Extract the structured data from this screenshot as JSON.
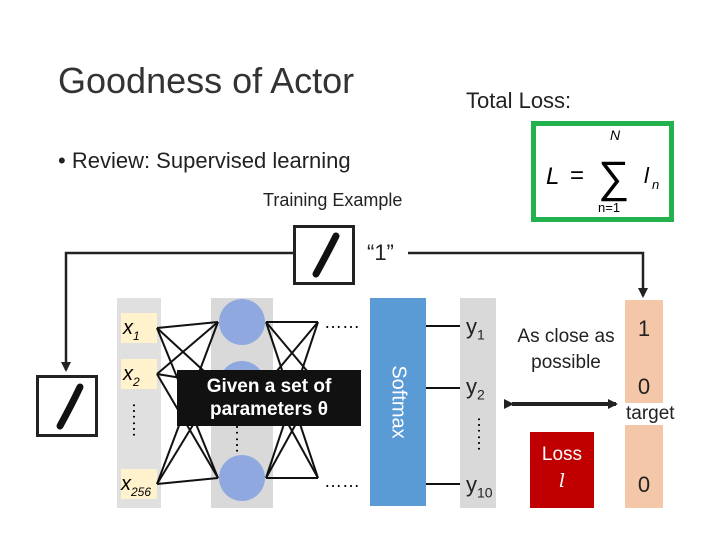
{
  "title": "Goodness of Actor",
  "total_loss_label": "Total Loss:",
  "formula": {
    "lhs": "L",
    "eq": "=",
    "sum_symbol": "∑",
    "upper_limit": "N",
    "lower_limit": "n=1",
    "term": "l",
    "term_sub": "n"
  },
  "bullet": "Review: Supervised learning",
  "training_example_label": "Training Example",
  "example_label": "“1”",
  "inputs": [
    {
      "var": "x",
      "sub": "1"
    },
    {
      "var": "x",
      "sub": "2"
    },
    {
      "var": "x",
      "sub": "256"
    }
  ],
  "dots": "……",
  "network_caption": "Given a set of\nparameters θ",
  "softmax_label": "Softmax",
  "outputs": [
    {
      "var": "y",
      "sub": "1"
    },
    {
      "var": "y",
      "sub": "2"
    },
    {
      "var": "y",
      "sub": "10"
    }
  ],
  "close_label": "As close as\npossible",
  "loss": {
    "label": "Loss",
    "var": "l"
  },
  "target": {
    "values": [
      "1",
      "0",
      "0"
    ],
    "label": "target"
  },
  "colors": {
    "formula_border": "#22b14c",
    "softmax": "#5b9bd5",
    "neuron": "#8fa9e0",
    "layer_bg": "#d9d9d9",
    "input_bg": "#fff2cc",
    "loss": "#c00000",
    "target_bg": "#f4c7a8"
  }
}
